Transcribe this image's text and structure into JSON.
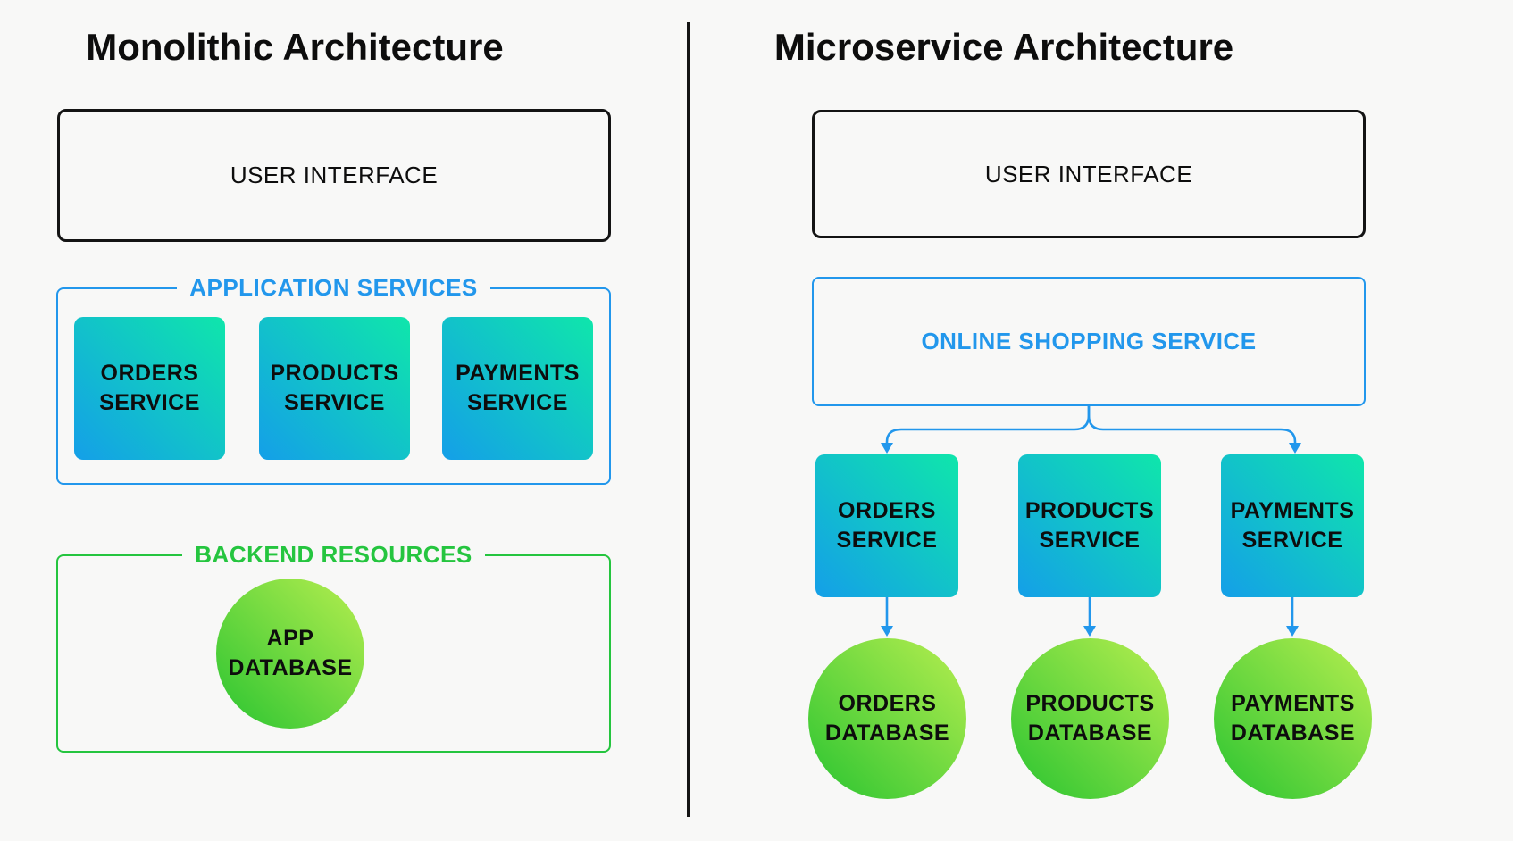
{
  "colors": {
    "blue": "#2297ec",
    "green": "#25c53f",
    "ink": "#0d0d0d",
    "background": "#f8f8f7",
    "service_gradient_start": "#149fe8",
    "service_gradient_end": "#0fe6ab",
    "database_gradient_start": "#29c431",
    "database_gradient_end": "#b7ee4f"
  },
  "monolith": {
    "title": "Monolithic Architecture",
    "ui_box_label": "USER INTERFACE",
    "application_services": {
      "label": "APPLICATION SERVICES",
      "services": [
        {
          "line1": "ORDERS",
          "line2": "SERVICE"
        },
        {
          "line1": "PRODUCTS",
          "line2": "SERVICE"
        },
        {
          "line1": "PAYMENTS",
          "line2": "SERVICE"
        }
      ]
    },
    "backend_resources": {
      "label": "BACKEND RESOURCES",
      "database": {
        "line1": "APP",
        "line2": "DATABASE"
      }
    }
  },
  "microservice": {
    "title": "Microservice Architecture",
    "ui_box_label": "USER INTERFACE",
    "shopping_service_label": "ONLINE SHOPPING SERVICE",
    "services": [
      {
        "line1": "ORDERS",
        "line2": "SERVICE"
      },
      {
        "line1": "PRODUCTS",
        "line2": "SERVICE"
      },
      {
        "line1": "PAYMENTS",
        "line2": "SERVICE"
      }
    ],
    "databases": [
      {
        "line1": "ORDERS",
        "line2": "DATABASE"
      },
      {
        "line1": "PRODUCTS",
        "line2": "DATABASE"
      },
      {
        "line1": "PAYMENTS",
        "line2": "DATABASE"
      }
    ]
  }
}
